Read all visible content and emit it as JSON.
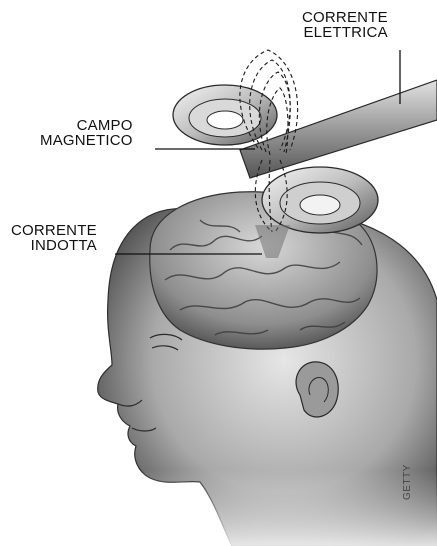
{
  "labels": {
    "electric_current": [
      "CORRENTE",
      "ELETTRICA"
    ],
    "magnetic_field": [
      "CAMPO",
      "MAGNETICO"
    ],
    "induced_current": [
      "CORRENTE",
      "INDOTTA"
    ]
  },
  "credit": "GETTY",
  "colors": {
    "ink": "#111111",
    "shade_dark": "#3a3a3a",
    "shade_mid": "#8a8a8a",
    "shade_light": "#cfcfcf",
    "background": "#ffffff"
  }
}
